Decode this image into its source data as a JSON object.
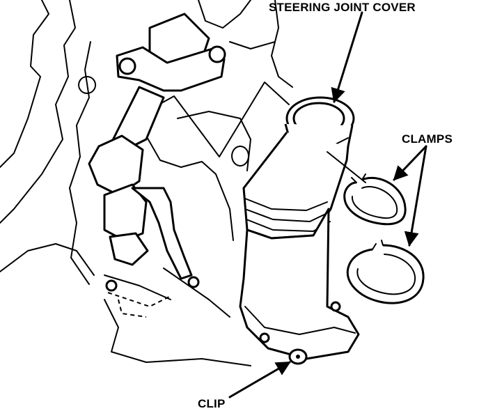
{
  "labels": {
    "steering_joint_cover": "STEERING JOINT COVER",
    "clamps": "CLAMPS",
    "clip": "CLIP"
  }
}
